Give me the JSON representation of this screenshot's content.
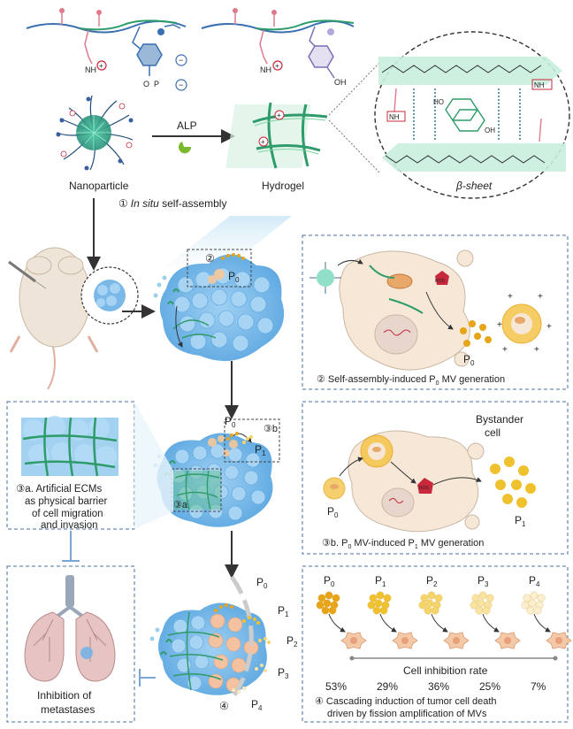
{
  "top": {
    "alp_label": "ALP",
    "nanoparticle_label": "Nanoparticle",
    "hydrogel_label": "Hydrogel",
    "beta_sheet_label": "β-sheet",
    "step1_num": "①",
    "step1_italic": "In situ",
    "step1_text": " self-assembly",
    "nh3": "NH",
    "oh": "OH",
    "ho": "HO"
  },
  "tumor": {
    "step2_num": "②",
    "p0": "P",
    "p0_sub": "0",
    "step3b_label": "③b",
    "step3a_label": "③a",
    "p1": "P",
    "p1_sub": "1"
  },
  "panel2": {
    "caption_num": "②",
    "caption_text": " Self-assembly-induced P",
    "caption_sub": "0",
    "caption_tail": " MV generation",
    "p0_label": "P",
    "p0_sub": "0",
    "ros": "ROS"
  },
  "panel3b": {
    "bystander_line1": "Bystander",
    "bystander_line2": "cell",
    "p0_label": "P",
    "p0_sub": "0",
    "p1_label": "P",
    "p1_sub": "1",
    "caption_num": "③",
    "caption_text": "b. P",
    "caption_sub0": "0",
    "caption_mid": " MV-induced P",
    "caption_sub1": "1",
    "caption_tail": " MV generation",
    "ros": "ROS"
  },
  "panel3a": {
    "line1": "③a. Artificial  ECMs",
    "line2": "as physical  barrier",
    "line3": "of cell migration",
    "line4": "and invasion"
  },
  "panel_meta": {
    "line1": "Inhibition of",
    "line2": "metastases"
  },
  "cascade_arc": {
    "labels": [
      "P",
      "P",
      "P",
      "P",
      "P"
    ],
    "subs": [
      "0",
      "1",
      "2",
      "3",
      "4"
    ],
    "step4": "④"
  },
  "panel4": {
    "generations": [
      {
        "label": "P",
        "sub": "0",
        "color": "#e8a417"
      },
      {
        "label": "P",
        "sub": "1",
        "color": "#f0c12e"
      },
      {
        "label": "P",
        "sub": "2",
        "color": "#f5d56a"
      },
      {
        "label": "P",
        "sub": "3",
        "color": "#f8e3a0"
      },
      {
        "label": "P",
        "sub": "4",
        "color": "#fbefd0"
      }
    ],
    "axis_label": "Cell inhibition rate",
    "rates": [
      "53%",
      "29%",
      "36%",
      "25%",
      "7%"
    ],
    "caption_line1": "④ Cascading induction of tumor cell death",
    "caption_line2": "driven by fission amplification of MVs"
  },
  "colors": {
    "dashed_border": "#4a6fa5",
    "tumor_blue": "#6fb3e8",
    "hydrogel_green": "#2e9b6a",
    "mv_orange": "#e8a417",
    "cell_beige": "#f6e7d6",
    "ros_red": "#c8283c"
  }
}
